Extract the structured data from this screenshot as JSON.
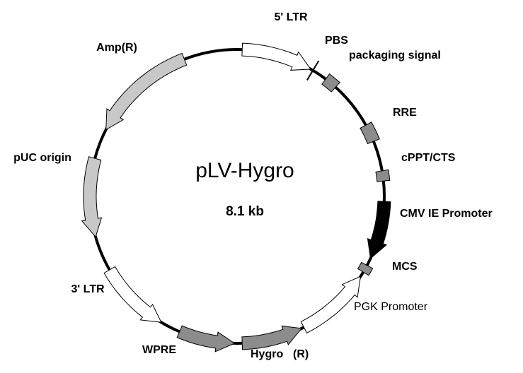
{
  "plasmid": {
    "name": "pLV-Hygro",
    "size": "8.1 kb"
  },
  "colors": {
    "backbone": "#000000",
    "white_feature": "#ffffff",
    "light_gray_feature": "#c8c8c8",
    "dark_gray_feature": "#8c8c8c",
    "black_feature": "#000000",
    "background": "#ffffff"
  },
  "labels": {
    "ltr5": "5' LTR",
    "pbs": "PBS",
    "packaging": "packaging signal",
    "rre": "RRE",
    "cppt": "cPPT/CTS",
    "cmv": "CMV IE Promoter",
    "mcs": "MCS",
    "pgk": "PGK Promoter",
    "hygro": "Hygro",
    "hygro_suffix": "(R)",
    "wpre": "WPRE",
    "ltr3": "3' LTR",
    "puc": "pUC origin",
    "amp": "Amp(R)"
  }
}
